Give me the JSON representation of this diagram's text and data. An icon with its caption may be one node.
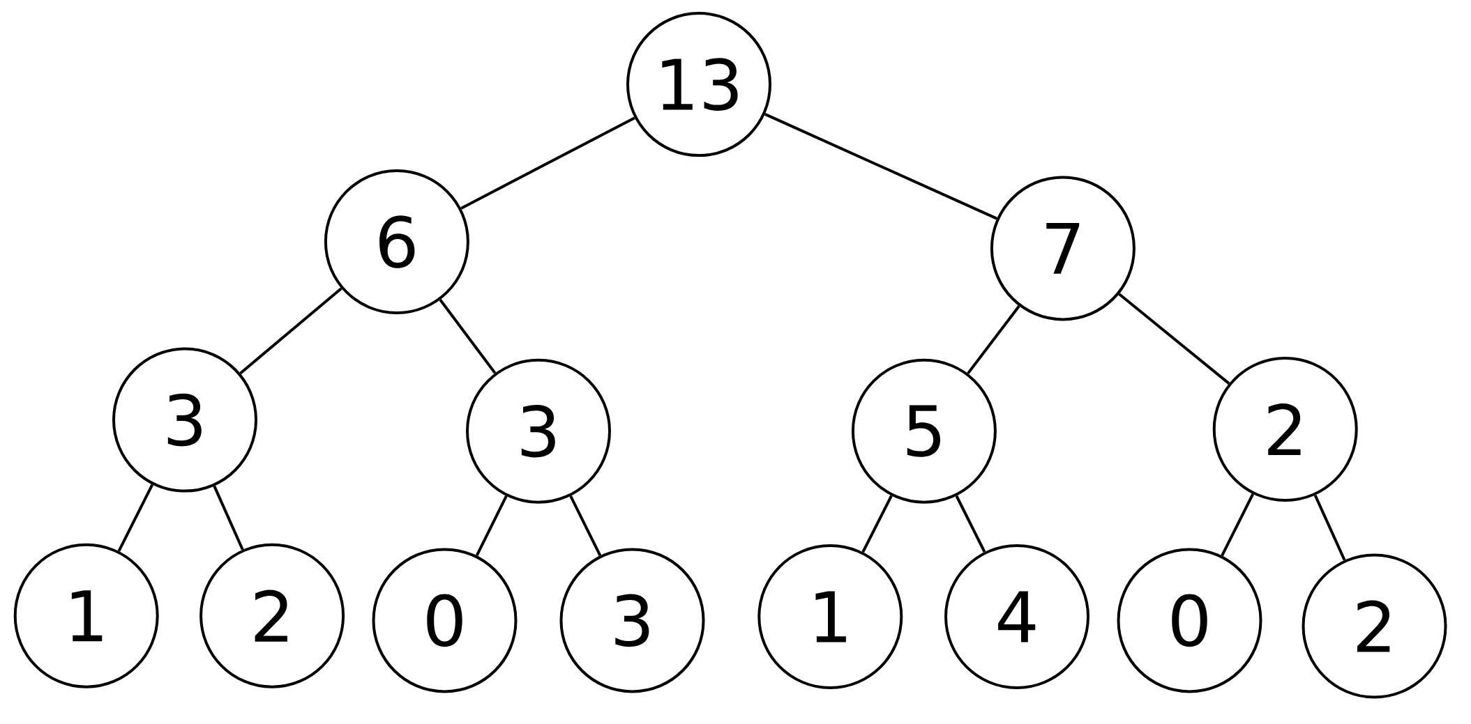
{
  "diagram": {
    "nodes": [
      {
        "text": [
          "13"
        ]
      },
      {
        "text": [
          "6"
        ]
      },
      {
        "text": [
          "7"
        ]
      },
      {
        "text": [
          "3"
        ]
      },
      {
        "text": [
          "3"
        ]
      },
      {
        "text": [
          "5"
        ]
      },
      {
        "text": [
          "2"
        ]
      },
      {
        "text": [
          "1"
        ]
      },
      {
        "text": [
          "2"
        ]
      },
      {
        "text": [
          "0"
        ]
      },
      {
        "text": [
          "3"
        ]
      },
      {
        "text": [
          "1"
        ]
      },
      {
        "text": [
          "4"
        ]
      },
      {
        "text": [
          "0"
        ]
      },
      {
        "text": [
          "2"
        ]
      }
    ],
    "edges": [
      {
        "from": 0,
        "to": 1,
        "arrow": "none"
      },
      {
        "from": 0,
        "to": 2,
        "arrow": "none"
      },
      {
        "from": 1,
        "to": 3,
        "arrow": "none"
      },
      {
        "from": 1,
        "to": 4,
        "arrow": "none"
      },
      {
        "from": 2,
        "to": 5,
        "arrow": "none"
      },
      {
        "from": 2,
        "to": 6,
        "arrow": "none"
      },
      {
        "from": 3,
        "to": 7,
        "arrow": "none"
      },
      {
        "from": 3,
        "to": 8,
        "arrow": "none"
      },
      {
        "from": 4,
        "to": 9,
        "arrow": "none"
      },
      {
        "from": 4,
        "to": 10,
        "arrow": "none"
      },
      {
        "from": 5,
        "to": 11,
        "arrow": "none"
      },
      {
        "from": 5,
        "to": 12,
        "arrow": "none"
      },
      {
        "from": 6,
        "to": 13,
        "arrow": "none"
      },
      {
        "from": 6,
        "to": 14,
        "arrow": "none"
      }
    ]
  }
}
